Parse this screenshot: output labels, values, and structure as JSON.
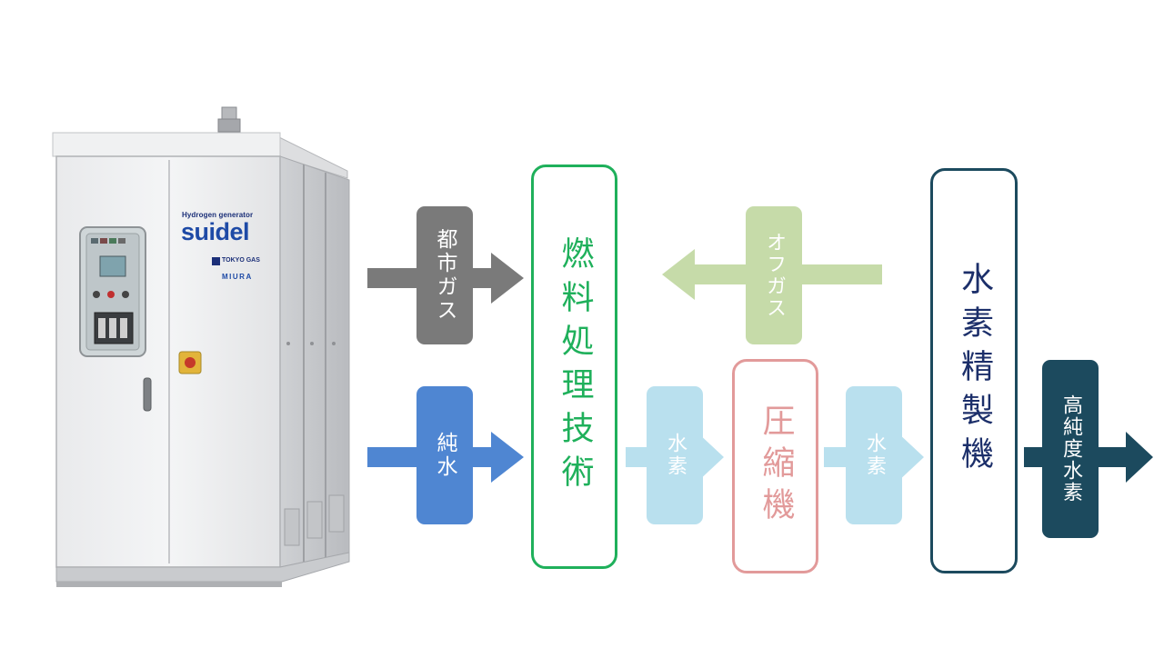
{
  "product": {
    "subtitle": "Hydrogen generator",
    "brand": "suidel",
    "maker_1": "TOKYO GAS",
    "maker_2": "MIURA"
  },
  "flow": {
    "inputs": {
      "city_gas": "都市ガス",
      "pure_water": "純水"
    },
    "off_gas": "オフガス",
    "fuel_processing": "燃料処理技術",
    "hydrogen_1": "水素",
    "compressor": "圧縮機",
    "hydrogen_2": "水素",
    "purifier": "水素精製機",
    "output": "高純度水素"
  },
  "colors": {
    "city_gas": "#7a7a7a",
    "pure_water": "#4f86d2",
    "off_gas": "#c6dba9",
    "fuel_processing": "#1fb05b",
    "hydrogen": "#b9e0ee",
    "compressor": "#e29a9a",
    "purifier": "#1c4a5e",
    "output": "#1c4a5e"
  }
}
